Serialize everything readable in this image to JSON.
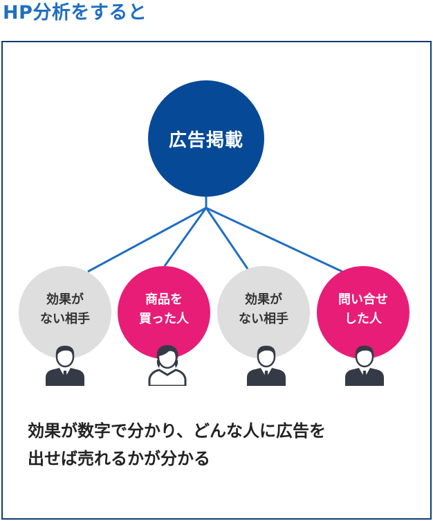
{
  "title": "HP分析をすると",
  "hub": {
    "label": "広告掲載",
    "color": "#064a97"
  },
  "nodes": [
    {
      "label": "効果が\nない相手",
      "variant": "grey",
      "color": "#dedede",
      "person": "man-icon"
    },
    {
      "label": "商品を\n買った人",
      "variant": "pink",
      "color": "#e81d77",
      "person": "woman-icon"
    },
    {
      "label": "効果が\nない相手",
      "variant": "grey",
      "color": "#dedede",
      "person": "man-icon"
    },
    {
      "label": "問い合せ\nした人",
      "variant": "pink",
      "color": "#e81d77",
      "person": "man-icon"
    }
  ],
  "caption": {
    "line1": "効果が数字で分かり、どんな人に広告を",
    "line2": "出せば売れるかが分かる"
  },
  "colors": {
    "title": "#1f6ec1",
    "frame": "#0d3a6f",
    "connector": "#1f6ec1"
  }
}
